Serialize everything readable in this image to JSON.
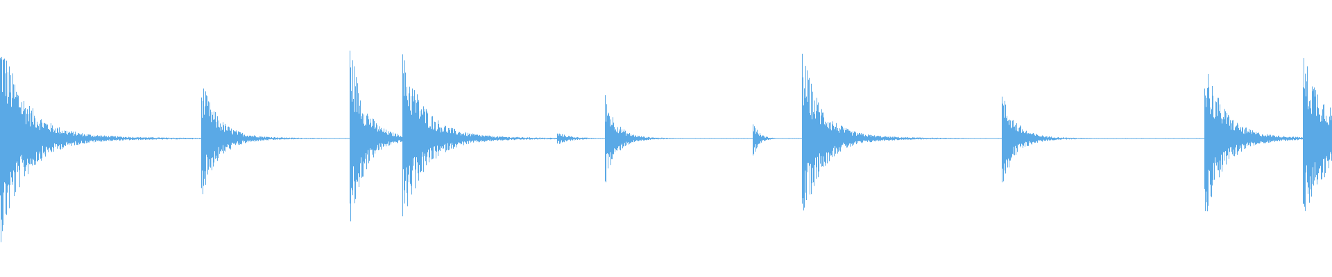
{
  "waveform": {
    "color": "#5aa9e6",
    "background": "#ffffff",
    "duration_fraction_visible": 1.0,
    "peak_amplitude": 1.0,
    "onsets": [
      {
        "t": 0.0,
        "peak": 1.0,
        "decay": 0.018
      },
      {
        "t": 0.151,
        "peak": 0.56,
        "decay": 0.012
      },
      {
        "t": 0.262,
        "peak": 0.98,
        "decay": 0.01
      },
      {
        "t": 0.302,
        "peak": 0.82,
        "decay": 0.016
      },
      {
        "t": 0.418,
        "peak": 0.06,
        "decay": 0.01
      },
      {
        "t": 0.454,
        "peak": 0.44,
        "decay": 0.008
      },
      {
        "t": 0.565,
        "peak": 0.18,
        "decay": 0.004
      },
      {
        "t": 0.602,
        "peak": 0.82,
        "decay": 0.014
      },
      {
        "t": 0.752,
        "peak": 0.44,
        "decay": 0.01
      },
      {
        "t": 0.904,
        "peak": 0.78,
        "decay": 0.014
      },
      {
        "t": 0.978,
        "peak": 0.8,
        "decay": 0.02
      }
    ]
  }
}
